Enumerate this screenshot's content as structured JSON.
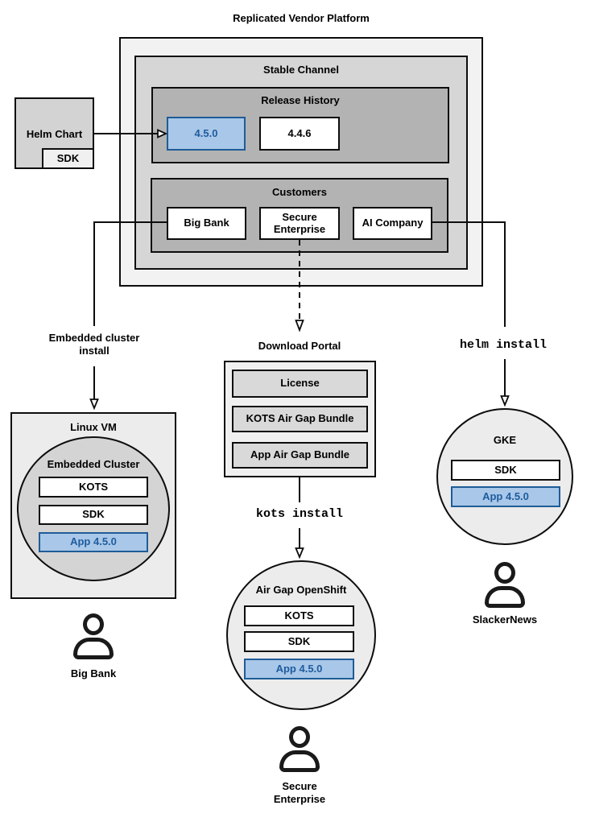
{
  "diagram": {
    "title": "Replicated Vendor Platform",
    "stable_channel": {
      "label": "Stable Channel",
      "release_history": {
        "label": "Release History",
        "releases": [
          "4.5.0",
          "4.4.6"
        ],
        "highlighted_release": "4.5.0"
      },
      "customers": {
        "label": "Customers",
        "items": [
          "Big Bank",
          "Secure Enterprise",
          "AI Company"
        ]
      }
    },
    "helm_chart": {
      "label": "Helm Chart",
      "sdk": "SDK"
    },
    "left_flow": {
      "edge_label": "Embedded cluster install",
      "vm_label": "Linux VM",
      "cluster_label": "Embedded Cluster",
      "components": [
        "KOTS",
        "SDK",
        "App 4.5.0"
      ],
      "user": "Big Bank"
    },
    "middle_flow": {
      "portal_label": "Download Portal",
      "portal_items": [
        "License",
        "KOTS Air Gap Bundle",
        "App Air Gap Bundle"
      ],
      "command": "kots install",
      "cluster_label": "Air Gap OpenShift",
      "components": [
        "KOTS",
        "SDK",
        "App 4.5.0"
      ],
      "user": "Secure Enterprise"
    },
    "right_flow": {
      "command": "helm install",
      "cluster_label": "GKE",
      "components": [
        "SDK",
        "App 4.5.0"
      ],
      "user": "SlackerNews"
    },
    "colors": {
      "highlight_fill": "#a9c7e8",
      "highlight_border": "#1f5c97",
      "highlight_text": "#1e5c9e"
    }
  }
}
